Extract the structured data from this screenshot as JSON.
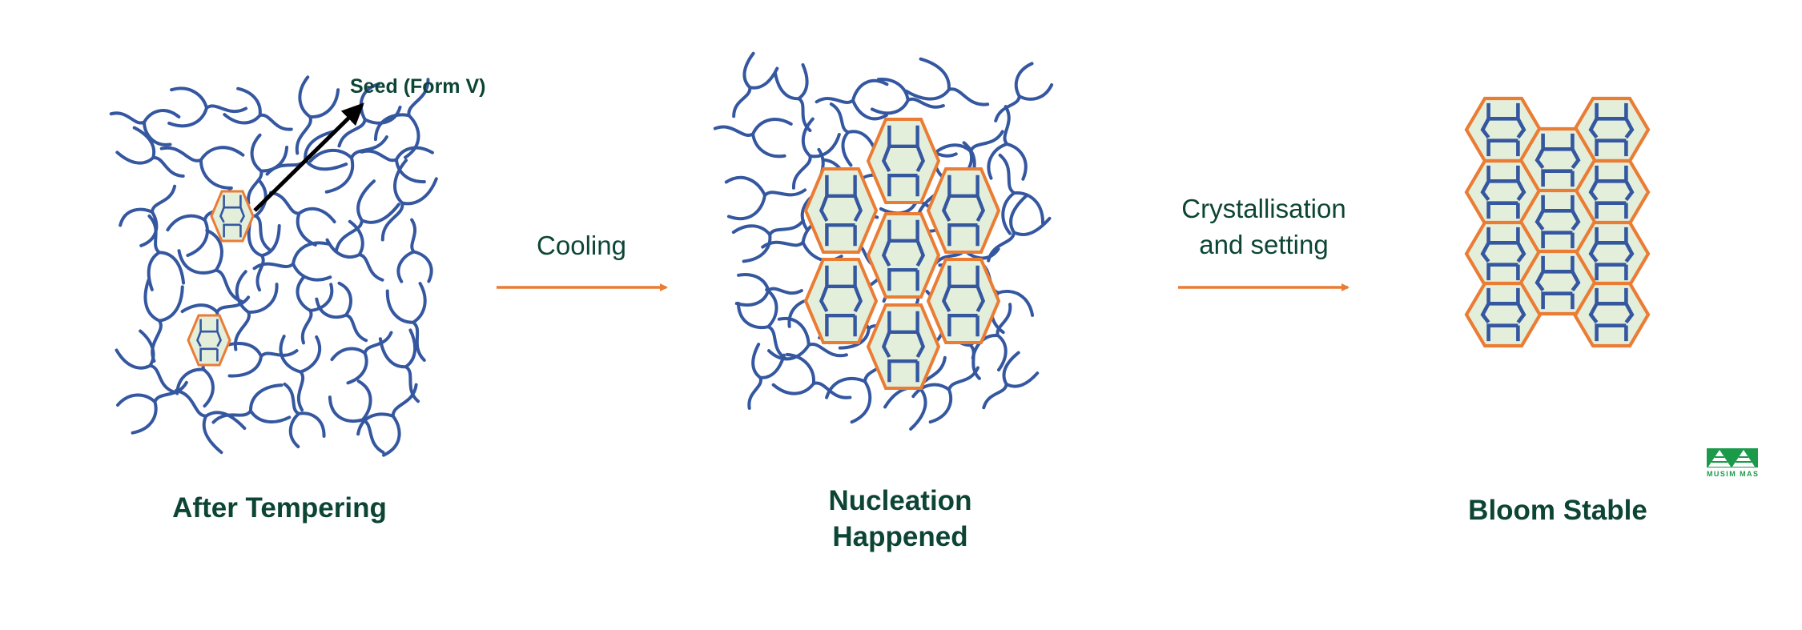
{
  "stages": [
    {
      "title_lines": [
        "After Tempering"
      ]
    },
    {
      "title_lines": [
        "Nucleation",
        "Happened"
      ]
    },
    {
      "title_lines": [
        "Bloom Stable"
      ]
    }
  ],
  "transitions": [
    {
      "label_lines": [
        "Cooling"
      ]
    },
    {
      "label_lines": [
        "Crystallisation",
        "and setting"
      ]
    }
  ],
  "annotation": {
    "seed_label": "Seed (Form V)"
  },
  "logo": {
    "text": "MUSIM MAS"
  },
  "colors": {
    "chain": "#3457a0",
    "crystal_border": "#ea7c34",
    "crystal_fill": "#e3eedb",
    "text": "#0d4534",
    "arrow": "#ea7c34",
    "logo": "#1b9a4a"
  }
}
